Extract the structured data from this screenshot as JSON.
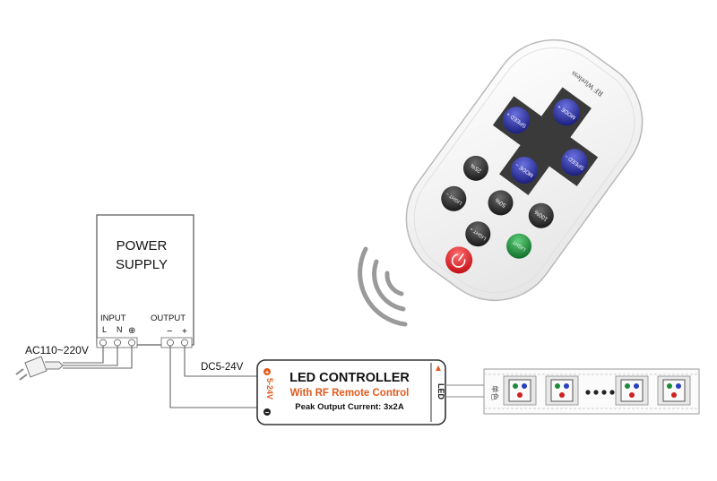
{
  "power_supply": {
    "title_line1": "POWER",
    "title_line2": "SUPPLY",
    "input_label": "INPUT",
    "output_label": "OUTPUT",
    "terminal_l": "L",
    "terminal_n": "N",
    "terminal_ground": "⊕",
    "terminal_minus": "−",
    "terminal_plus": "+"
  },
  "ac_input_label": "AC110~220V",
  "dc_label": "DC5-24V",
  "controller": {
    "title": "LED CONTROLLER",
    "subtitle": "With RF Remote Control",
    "peak": "Peak Output Current: 3x2A",
    "voltage": "5-24V",
    "plus": "+",
    "minus": "−",
    "led_tag": "LED"
  },
  "strip": {
    "side_label": "单色",
    "ellipsis_dots": 4,
    "chip_count": 4
  },
  "remote": {
    "brand": "RF Wireless",
    "buttons": {
      "speed_plus": "SPEED +",
      "mode_plus": "MODE +",
      "mode_minus": "MODE −",
      "speed_minus": "SPEED −",
      "pct25": "25%",
      "pct50": "50%",
      "pct100": "100%",
      "light_plus": "LIGHT +",
      "light_minus": "LIGHT −",
      "light": "LIGHT"
    }
  },
  "colors": {
    "blue_button": "#2a2f9e",
    "dark_button": "#2b2b2b",
    "green_button": "#1d8a3c",
    "red_button": "#e0202a",
    "accent_orange": "#e25a1c"
  }
}
